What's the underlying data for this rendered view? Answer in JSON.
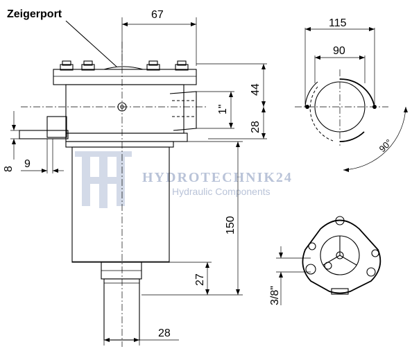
{
  "labels": {
    "pointer_port": "Zeigerport"
  },
  "dimensions": {
    "top_width": "67",
    "height_upper": "44",
    "height_lower": "28",
    "thread": "1\"",
    "offset_small": "8",
    "offset_9": "9",
    "body_length": "150",
    "neck_length": "27",
    "outlet_diameter": "28",
    "flange_outer": "115",
    "flange_bolt": "90",
    "angle": "90°",
    "port_thread": "3/8\""
  },
  "watermark": {
    "brand": "HYDROTECHNIK24",
    "tagline": "Hydraulic Components"
  },
  "colors": {
    "line": "#000000",
    "watermark": "#b9c3d8",
    "background": "#ffffff"
  }
}
